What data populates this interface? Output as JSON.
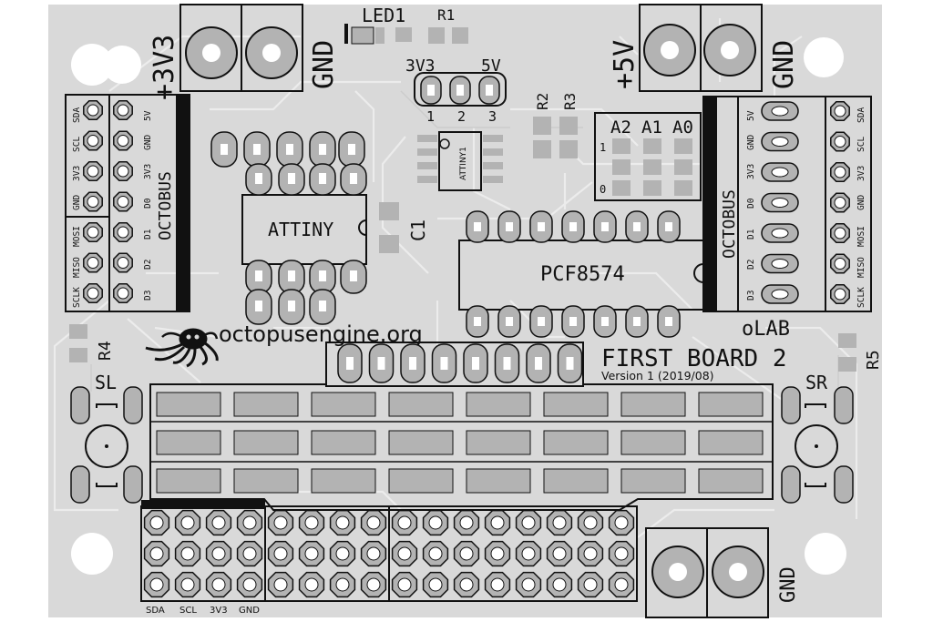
{
  "board": {
    "title": "FIRST BOARD 2",
    "version": "Version 1 (2019/08)",
    "website": "octopusengine.org",
    "lab": "oLAB",
    "logo_icon": "octopus-icon",
    "colors": {
      "board": "#d9d9d9",
      "silkscreen": "#111111",
      "traces": "#ececec",
      "pads": "#b3b3b3",
      "holes": "#ffffff"
    }
  },
  "power": {
    "left_label": "+3V3",
    "left_gnd": "GND",
    "right_label": "+5V",
    "right_gnd": "GND",
    "bottom_gnd": "GND"
  },
  "leds": {
    "led": "LED1",
    "resistor": "R1"
  },
  "jumper": {
    "left": "3V3",
    "right": "5V",
    "pins": [
      "1",
      "2",
      "3"
    ]
  },
  "chips": {
    "attiny_dip": "ATTINY",
    "attiny_smd": "ATTINY1",
    "capacitor": "C1",
    "pcf": "PCF8574"
  },
  "resistors": {
    "r2": "R2",
    "r3": "R3",
    "r4": "R4",
    "r5": "R5"
  },
  "address": {
    "headers": [
      "A2",
      "A1",
      "A0"
    ],
    "rows": [
      "1",
      "0"
    ]
  },
  "octobus_left": {
    "title": "OCTOBUS",
    "outer": [
      "SDA",
      "SCL",
      "3V3",
      "GND",
      "MOSI",
      "MISO",
      "SCLK"
    ],
    "inner": [
      "5V",
      "GND",
      "3V3",
      "D0",
      "D1",
      "D2",
      "D3"
    ]
  },
  "octobus_right": {
    "title": "OCTOBUS",
    "inner": [
      "5V",
      "GND",
      "3V3",
      "D0",
      "D1",
      "D2",
      "D3"
    ],
    "outer": [
      "SDA",
      "SCL",
      "3V3",
      "GND",
      "MOSI",
      "MISO",
      "SCLK"
    ]
  },
  "switches": {
    "left": "SL",
    "right": "SR"
  },
  "bottom_header": {
    "labels": [
      "SDA",
      "SCL",
      "3V3",
      "GND"
    ]
  }
}
